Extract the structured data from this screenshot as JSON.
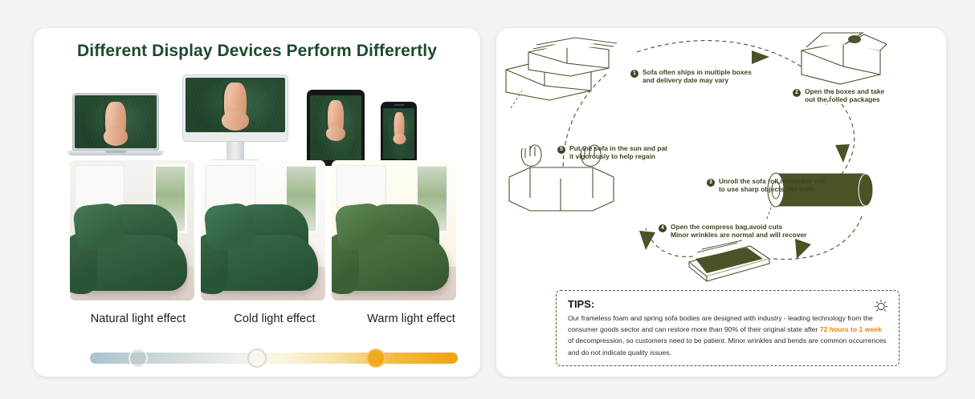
{
  "page": {
    "background_color": "#f3f3f3",
    "panel_color": "#ffffff"
  },
  "left_panel": {
    "title": "Different Display Devices Perform Differertly",
    "title_color": "#1d4a2f",
    "devices": [
      {
        "name": "laptop",
        "screen_content": "foot-on-green-sofa-fabric"
      },
      {
        "name": "desktop-monitor",
        "screen_content": "foot-on-green-sofa-fabric"
      },
      {
        "name": "tablet",
        "screen_content": "foot-on-green-sofa-fabric"
      },
      {
        "name": "phone",
        "screen_content": "foot-on-green-sofa-fabric"
      }
    ],
    "photos": [
      {
        "name": "natural",
        "caption": "Natural light effect"
      },
      {
        "name": "cold",
        "caption": "Cold light effect"
      },
      {
        "name": "warm",
        "caption": "Warm light effect"
      }
    ],
    "labels": [
      "Natural light effect",
      "Cold light effect",
      "Warm light effect"
    ],
    "slider": {
      "gradient_from": "#a9c3cf",
      "gradient_mid": "#fbf4e0",
      "gradient_to": "#efa310",
      "knobs": [
        {
          "name": "natural",
          "position_percent": 12
        },
        {
          "name": "cold",
          "position_percent": 45
        },
        {
          "name": "warm",
          "position_percent": 78
        }
      ]
    }
  },
  "right_panel": {
    "diagram_color": "#4a5228",
    "steps": [
      {
        "number": "1",
        "line1": "Sofa often ships in multiple boxes",
        "line2": "and delivery date may vary",
        "icon": "stacked-boxes-icon"
      },
      {
        "number": "2",
        "line1": "Open the boxes and take",
        "line2": "out the rolled packages",
        "icon": "open-box-icon"
      },
      {
        "number": "3",
        "line1": "Unroll the sofa roll,remember not",
        "line2": "to use sharp objects,like knife",
        "icon": "sofa-roll-icon"
      },
      {
        "number": "4",
        "line1": "Open the compress bag,avoid cuts",
        "line2": "Minor wrinkles are normal and will recover",
        "icon": "compressed-bag-icon"
      },
      {
        "number": "5",
        "line1": "Put the sofa in the sun and pat",
        "line2": "it vigorously to help regain",
        "icon": "sofa-with-hands-icon"
      }
    ],
    "tips": {
      "title": "TIPS:",
      "icon": "sun-icon",
      "highlight_color": "#e8820c",
      "body_part1": "Our frameless foam and spring sofa bodies are designed with industry - leading technology from the consumer goods sector and can restore more than 90% of their original state after ",
      "highlight": "72 hours to 1 week",
      "body_part2": " of decompression, so customers need to be patient. Minor wrinkles and bends are common occurrences and do not indicate quality issues."
    }
  }
}
